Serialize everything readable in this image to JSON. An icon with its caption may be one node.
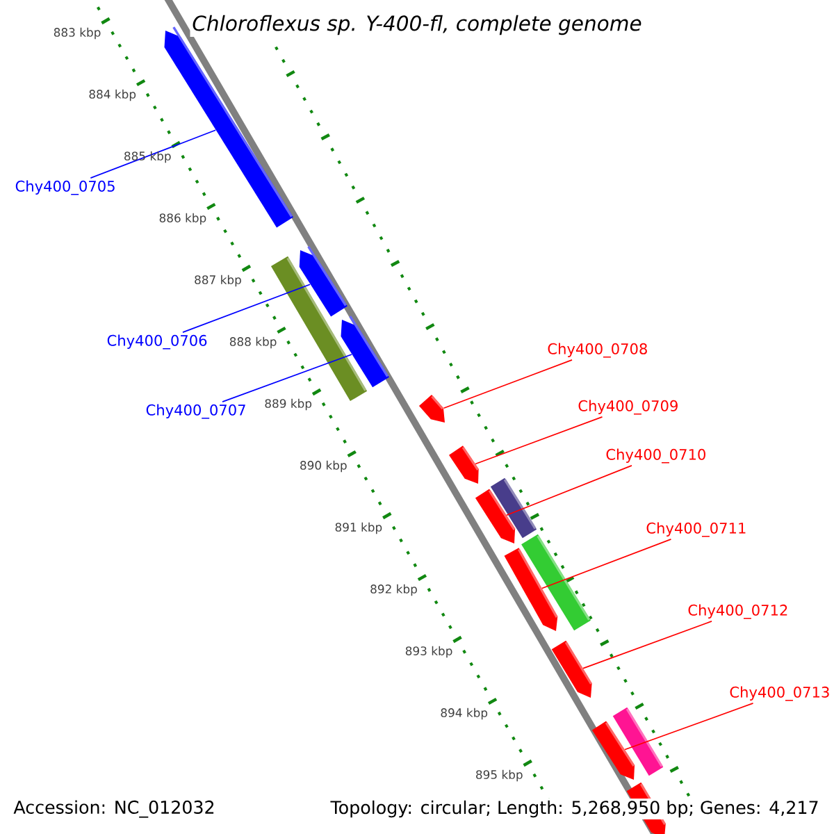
{
  "diagram": {
    "title": "Chloroflexus sp. Y-400-fl, complete genome",
    "nodes": [
      {
        "text": [
          "Chy400_0705"
        ]
      },
      {
        "text": [],
        "shape": "pentagon"
      },
      {
        "text": [
          "Chy400_0706"
        ]
      },
      {
        "text": [],
        "shape": "pentagon"
      },
      {
        "text": [
          "Chy400_0707"
        ]
      },
      {
        "text": [],
        "shape": "pentagon"
      },
      {
        "text": [],
        "shape": "bar"
      },
      {
        "text": [
          "Chy400_0708"
        ]
      },
      {
        "text": [],
        "shape": "pentagon"
      },
      {
        "text": [
          "Chy400_0709"
        ]
      },
      {
        "text": [],
        "shape": "pentagon"
      },
      {
        "text": [
          "Chy400_0710"
        ]
      },
      {
        "text": [],
        "shape": "pentagon"
      },
      {
        "text": [],
        "shape": "bar"
      },
      {
        "text": [
          "Chy400_0711"
        ]
      },
      {
        "text": [],
        "shape": "pentagon"
      },
      {
        "text": [],
        "shape": "bar"
      },
      {
        "text": [
          "Chy400_0712"
        ]
      },
      {
        "text": [],
        "shape": "pentagon"
      },
      {
        "text": [
          "Chy400_0713"
        ]
      },
      {
        "text": [],
        "shape": "pentagon"
      },
      {
        "text": [],
        "shape": "bar"
      },
      {
        "text": [],
        "shape": "pentagon"
      }
    ],
    "edges": [
      {
        "from": 0,
        "to": 1,
        "arrow": "none",
        "color": "#0000ff"
      },
      {
        "from": 2,
        "to": 3,
        "arrow": "none",
        "color": "#0000ff"
      },
      {
        "from": 4,
        "to": 5,
        "arrow": "none",
        "color": "#0000ff"
      },
      {
        "from": 7,
        "to": 8,
        "arrow": "none"
      },
      {
        "from": 9,
        "to": 10,
        "arrow": "none"
      },
      {
        "from": 11,
        "to": 12,
        "arrow": "none"
      },
      {
        "from": 14,
        "to": 15,
        "arrow": "none"
      },
      {
        "from": 17,
        "to": 18,
        "arrow": "none"
      },
      {
        "from": 19,
        "to": 20,
        "arrow": "none"
      }
    ],
    "labels": [
      "883 kbp",
      "884 kbp",
      "885 kbp",
      "886 kbp",
      "887 kbp",
      "888 kbp",
      "889 kbp",
      "890 kbp",
      "891 kbp",
      "892 kbp",
      "893 kbp",
      "894 kbp",
      "895 kbp",
      "Accession: NC_012032",
      "Topology: circular; Length: 5,268,950 bp; Genes: 4,217"
    ]
  }
}
